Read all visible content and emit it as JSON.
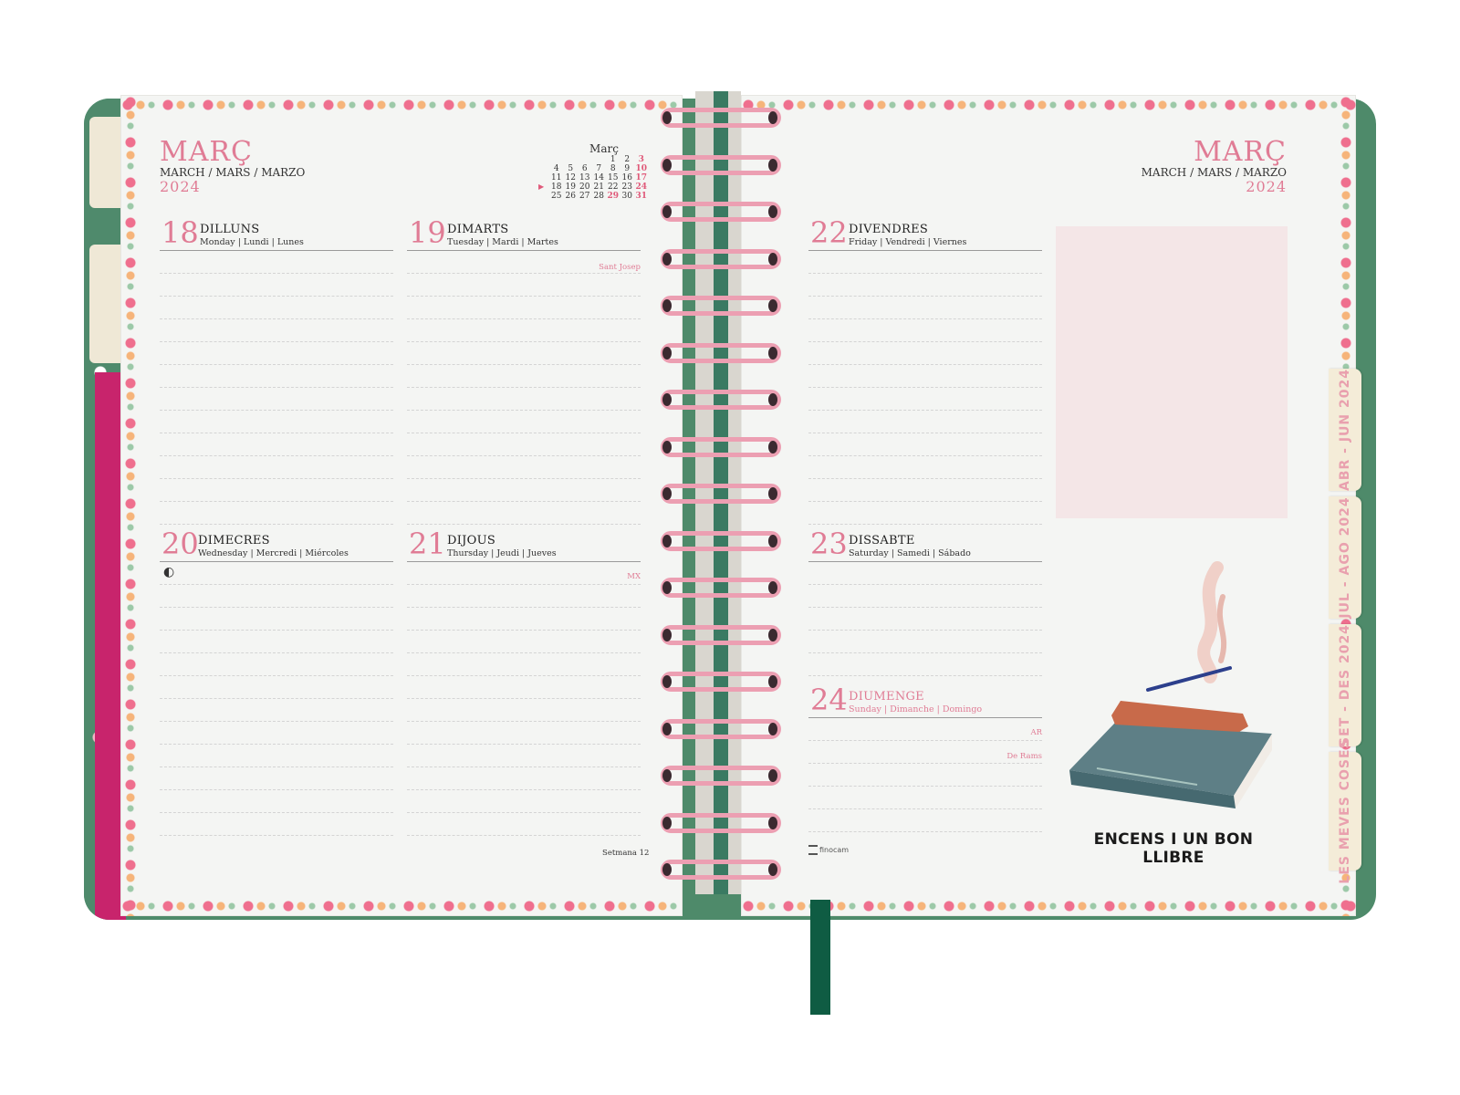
{
  "left_page": {
    "month_title": "MARÇ",
    "month_subtitle": "MARCH / MARS / MARZO",
    "year": "2024",
    "week_label": "Setmana 12",
    "mini_calendar": {
      "title": "Març",
      "rows": [
        [
          "",
          "",
          "",
          "",
          "1",
          "2",
          "3"
        ],
        [
          "4",
          "5",
          "6",
          "7",
          "8",
          "9",
          "10"
        ],
        [
          "11",
          "12",
          "13",
          "14",
          "15",
          "16",
          "17"
        ],
        [
          "18",
          "19",
          "20",
          "21",
          "22",
          "23",
          "24"
        ],
        [
          "25",
          "26",
          "27",
          "28",
          "29",
          "30",
          "31"
        ]
      ]
    },
    "days": [
      {
        "num": "18",
        "name": "DILLUNS",
        "sub": "Monday | Lundi | Lunes",
        "note": ""
      },
      {
        "num": "19",
        "name": "DIMARTS",
        "sub": "Tuesday | Mardi | Martes",
        "note": "Sant Josep"
      },
      {
        "num": "20",
        "name": "DIMECRES",
        "sub": "Wednesday | Mercredi | Miércoles",
        "note": ""
      },
      {
        "num": "21",
        "name": "DIJOUS",
        "sub": "Thursday | Jeudi | Jueves",
        "note": "MX"
      }
    ]
  },
  "right_page": {
    "month_title": "MARÇ",
    "month_subtitle": "MARCH / MARS / MARZO",
    "year": "2024",
    "brand": "finocam",
    "days": [
      {
        "num": "22",
        "name": "DIVENDRES",
        "sub": "Friday | Vendredi | Viernes",
        "notes": []
      },
      {
        "num": "23",
        "name": "DISSABTE",
        "sub": "Saturday | Samedi | Sábado",
        "notes": []
      },
      {
        "num": "24",
        "name": "DIUMENGE",
        "sub": "Sunday | Dimanche | Domingo",
        "notes": [
          "AR",
          "De Rams"
        ]
      }
    ],
    "illustration_caption": "ENCENS I UN BON LLIBRE"
  },
  "tabs": [
    "ABR - JUN 2024",
    "JUL - AGO 2024",
    "SET - DES 2024",
    "LES MEVES COSES"
  ],
  "colors": {
    "accent_pink": "#e07c95",
    "cover_green": "#4e8a6a",
    "ribbon_green": "#0f5c43",
    "spiral_pink": "#ec9fb2"
  }
}
